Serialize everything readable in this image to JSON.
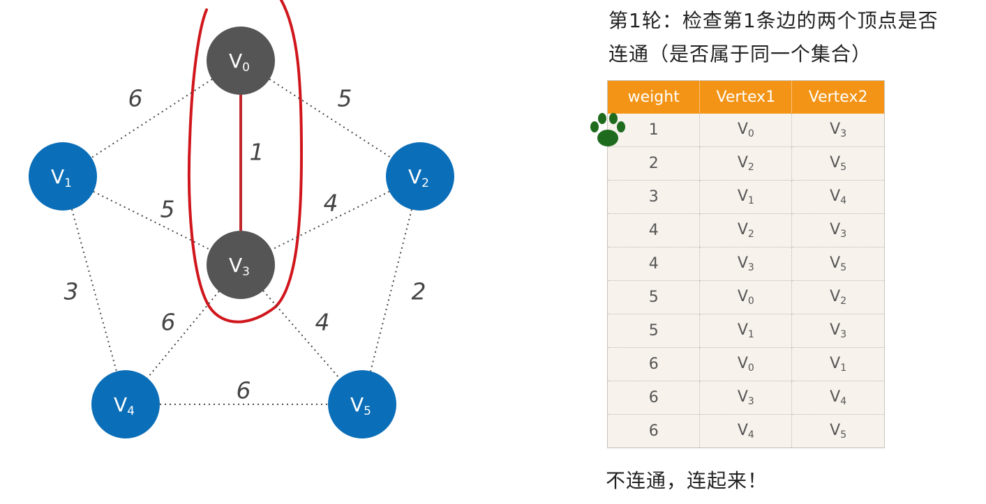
{
  "title": {
    "line1": "第1轮：检查第1条边的两个顶点是否",
    "line2": "连通（是否属于同一个集合）"
  },
  "graph": {
    "nodes": [
      {
        "id": "V0",
        "letter": "V",
        "sub": "0",
        "color": "#555555"
      },
      {
        "id": "V1",
        "letter": "V",
        "sub": "1",
        "color": "#0a6eb8"
      },
      {
        "id": "V2",
        "letter": "V",
        "sub": "2",
        "color": "#0a6eb8"
      },
      {
        "id": "V3",
        "letter": "V",
        "sub": "3",
        "color": "#555555"
      },
      {
        "id": "V4",
        "letter": "V",
        "sub": "4",
        "color": "#0a6eb8"
      },
      {
        "id": "V5",
        "letter": "V",
        "sub": "5",
        "color": "#0a6eb8"
      }
    ],
    "edges": [
      {
        "from": "V0",
        "to": "V3",
        "weight": "1",
        "selected": true
      },
      {
        "from": "V0",
        "to": "V1",
        "weight": "6"
      },
      {
        "from": "V0",
        "to": "V2",
        "weight": "5"
      },
      {
        "from": "V1",
        "to": "V3",
        "weight": "5"
      },
      {
        "from": "V2",
        "to": "V3",
        "weight": "4"
      },
      {
        "from": "V1",
        "to": "V4",
        "weight": "3"
      },
      {
        "from": "V2",
        "to": "V5",
        "weight": "2"
      },
      {
        "from": "V3",
        "to": "V4",
        "weight": "6"
      },
      {
        "from": "V3",
        "to": "V5",
        "weight": "4"
      },
      {
        "from": "V4",
        "to": "V5",
        "weight": "6"
      }
    ],
    "highlight_color": "#d0161c",
    "selected_edge_color": "#c0282c"
  },
  "table": {
    "headers": [
      "weight",
      "Vertex1",
      "Vertex2"
    ],
    "header_color": "#f39416",
    "rows": [
      [
        "1",
        "0",
        "3"
      ],
      [
        "2",
        "2",
        "5"
      ],
      [
        "3",
        "1",
        "4"
      ],
      [
        "4",
        "2",
        "3"
      ],
      [
        "4",
        "3",
        "5"
      ],
      [
        "5",
        "0",
        "2"
      ],
      [
        "5",
        "1",
        "3"
      ],
      [
        "6",
        "0",
        "1"
      ],
      [
        "6",
        "3",
        "4"
      ],
      [
        "6",
        "4",
        "5"
      ]
    ],
    "vertex_letter": "V",
    "pointer_icon": "paw-icon",
    "pointer_color": "#1e6b1e"
  },
  "note": "不连通，连起来！"
}
